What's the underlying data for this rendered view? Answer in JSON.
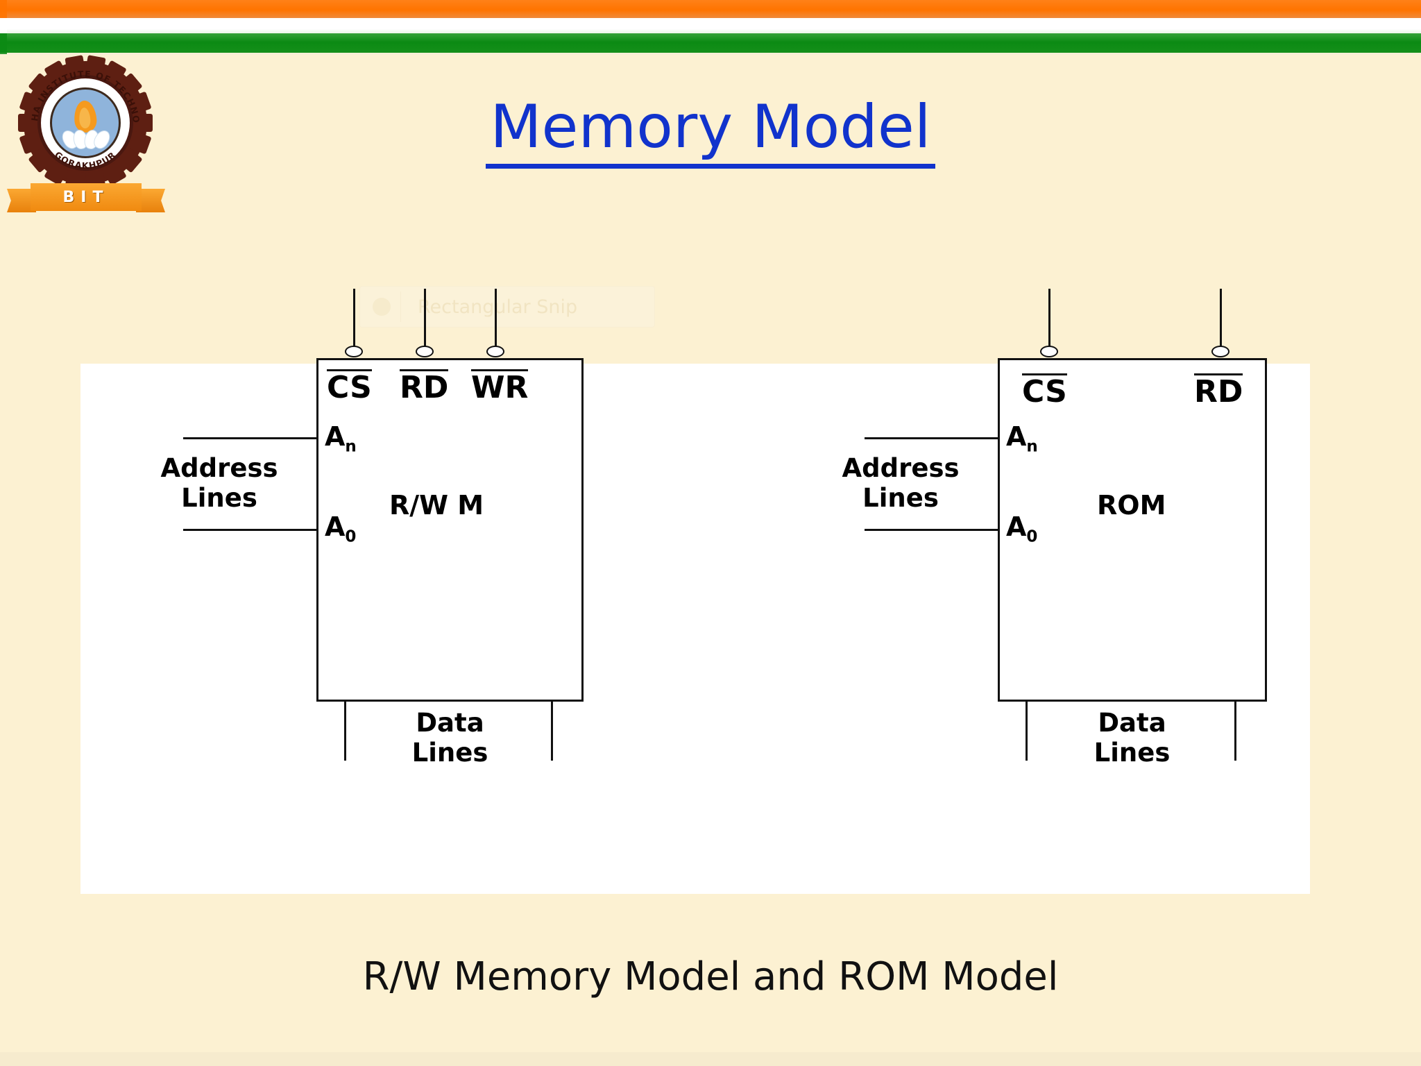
{
  "page": {
    "background_color": "#FCF1D2",
    "title": "Memory Model",
    "title_color": "#1133CC",
    "caption": "R/W Memory Model and ROM Model"
  },
  "banner": {
    "saffron": "#FF7400",
    "white": "#FFFFFF",
    "green": "#0B8A13"
  },
  "logo": {
    "arc_top_text": "BUDDHA INSTITUTE OF TECHNOLOGY",
    "arc_bottom_text": "GORAKHPUR",
    "ribbon_text": "BIT",
    "ribbon_color": "#F08A10",
    "gear_color": "#5E1F12",
    "disc_color": "#8FB4DB"
  },
  "snip_overlay": {
    "label": "Rectangular Snip",
    "icon": "camera-icon"
  },
  "diagram": {
    "panel_color": "#FFFFFF",
    "blocks": [
      {
        "id": "rw-memory",
        "center_label": "R/W M",
        "control_pins": [
          {
            "label": "CS",
            "active_low": true
          },
          {
            "label": "RD",
            "active_low": true
          },
          {
            "label": "WR",
            "active_low": true
          }
        ],
        "address": {
          "group_label_line1": "Address",
          "group_label_line2": "Lines",
          "top_pin": "A",
          "top_pin_sub": "n",
          "bottom_pin": "A",
          "bottom_pin_sub": "0"
        },
        "data": {
          "label_line1": "Data",
          "label_line2": "Lines"
        }
      },
      {
        "id": "rom",
        "center_label": "ROM",
        "control_pins": [
          {
            "label": "CS",
            "active_low": true
          },
          {
            "label": "RD",
            "active_low": true
          }
        ],
        "address": {
          "group_label_line1": "Address",
          "group_label_line2": "Lines",
          "top_pin": "A",
          "top_pin_sub": "n",
          "bottom_pin": "A",
          "bottom_pin_sub": "0"
        },
        "data": {
          "label_line1": "Data",
          "label_line2": "Lines"
        }
      }
    ]
  }
}
